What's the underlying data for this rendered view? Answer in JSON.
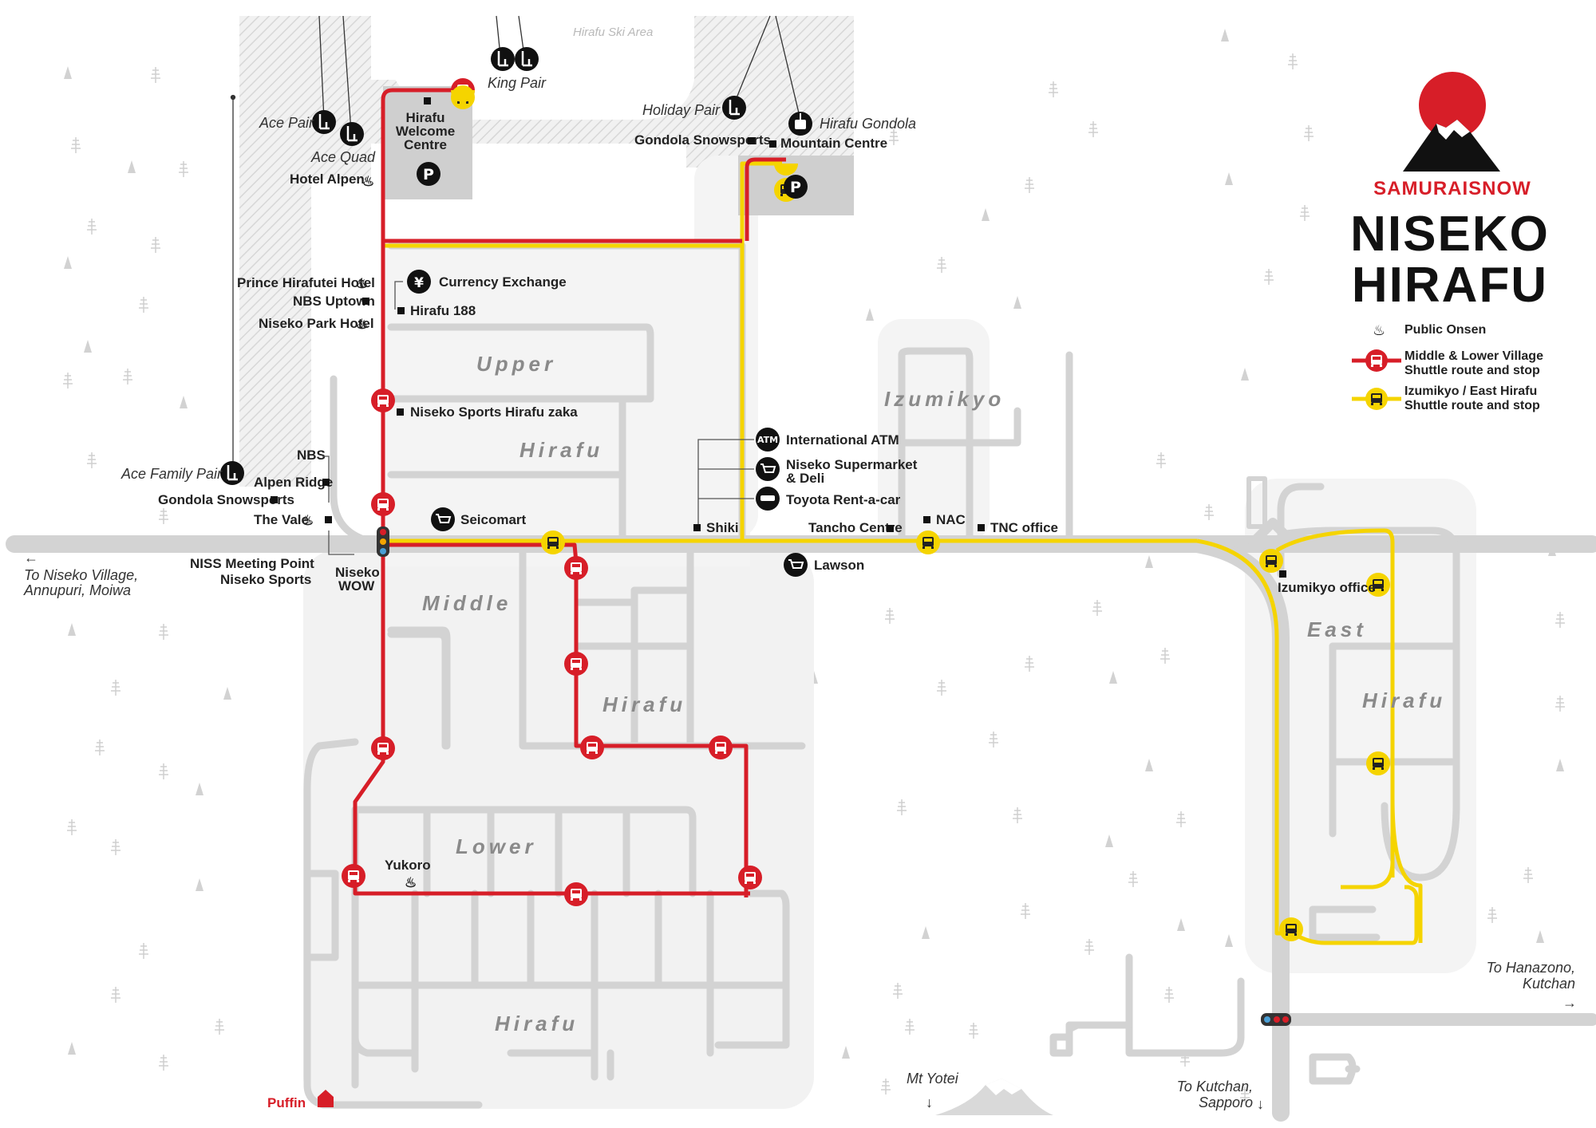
{
  "colors": {
    "red_route": "#d71e28",
    "yellow_route": "#f5d400",
    "road": "#d2d2d2",
    "block": "#f2f2f2",
    "ski_hatch": "#c8c8c8",
    "tree": "#c9c9c9"
  },
  "brand": {
    "name": "SAMURAISNOW",
    "title_line1": "NISEKO",
    "title_line2": "HIRAFU"
  },
  "legend": {
    "onsen": "Public Onsen",
    "red_line1": "Middle & Lower Village",
    "red_line2": "Shuttle route and stop",
    "yellow_line1": "Izumikyo / East Hirafu",
    "yellow_line2": "Shuttle route and stop"
  },
  "ski_area": "Hirafu Ski Area",
  "districts": {
    "upper": "Upper",
    "upper_hirafu": "Hirafu",
    "middle": "Middle",
    "middle_hirafu": "Hirafu",
    "lower": "Lower",
    "lower_hirafu": "Hirafu",
    "izumikyo": "Izumikyo",
    "east": "East",
    "east_hirafu": "Hirafu"
  },
  "lifts": {
    "ace_pair": "Ace Pair",
    "ace_quad": "Ace Quad",
    "king_pair": "King Pair",
    "holiday_pair": "Holiday Pair",
    "hirafu_gondola": "Hirafu Gondola",
    "ace_family_pair": "Ace Family Pair"
  },
  "places": {
    "welcome_1": "Hirafu",
    "welcome_2": "Welcome",
    "welcome_3": "Centre",
    "hotel_alpen": "Hotel Alpen",
    "gondola_snowsports_top": "Gondola Snowsports",
    "mountain_centre": "Mountain Centre",
    "currency_exchange": "Currency Exchange",
    "prince_hirafutei": "Prince Hirafutei Hotel",
    "nbs_uptown": "NBS Uptown",
    "hirafu_188": "Hirafu 188",
    "niseko_park_hotel": "Niseko Park Hotel",
    "niseko_sports_hirafu_zaka": "Niseko Sports Hirafu zaka",
    "international_atm": "International ATM",
    "niseko_supermarket_1": "Niseko Supermarket",
    "niseko_supermarket_2": "& Deli",
    "toyota_rent": "Toyota Rent-a-car",
    "nbs": "NBS",
    "alpen_ridge": "Alpen Ridge",
    "gondola_snowsports": "Gondola Snowsports",
    "the_vale": "The Vale",
    "seicomart": "Seicomart",
    "shiki": "Shiki",
    "tancho_centre": "Tancho Centre",
    "nac": "NAC",
    "tnc_office": "TNC office",
    "lawson": "Lawson",
    "niss_1": "NISS Meeting Point",
    "niss_2": "Niseko Sports",
    "niseko_wow_1": "Niseko",
    "niseko_wow_2": "WOW",
    "izumikyo_office": "Izumikyo office",
    "yukoro": "Yukoro",
    "puffin": "Puffin",
    "mt_yotei": "Mt Yotei"
  },
  "directions": {
    "niseko_village_1": "To Niseko Village,",
    "niseko_village_2": "Annupuri, Moiwa",
    "hanazono_1": "To Hanazono,",
    "hanazono_2": "Kutchan",
    "kutchan_1": "To Kutchan,",
    "kutchan_2": "Sapporo"
  },
  "icons": {
    "parking": "P",
    "atm": "ATM",
    "yen": "¥",
    "onsen": "♨",
    "arrow_left": "←",
    "arrow_right": "→",
    "arrow_down": "↓"
  }
}
